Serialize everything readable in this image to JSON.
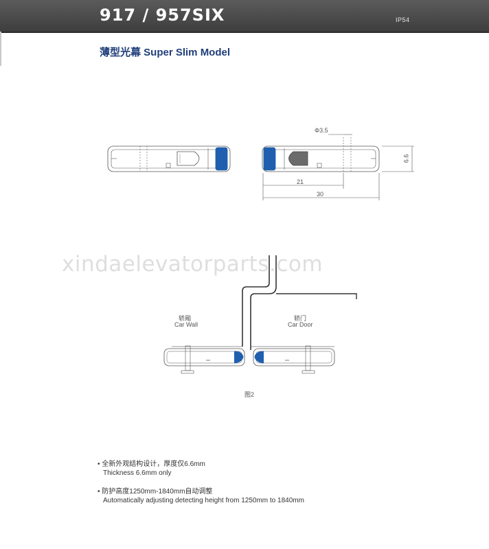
{
  "header": {
    "model": "917 / 957SIX",
    "rating": "IP54"
  },
  "section": {
    "title": "薄型光幕 Super Slim Model"
  },
  "dimensions": {
    "diameter": "Φ3.5",
    "thickness": "6.6",
    "depth_inner": "21",
    "depth_outer": "30"
  },
  "figure2": {
    "car_wall_cn": "轿厢",
    "car_wall_en": "Car Wall",
    "car_door_cn": "轿门",
    "car_door_en": "Car Door",
    "caption": "图2"
  },
  "watermark": "xindaelevatorparts.com",
  "notes": [
    {
      "cn": "• 全新外观结构设计，厚度仅6.6mm",
      "en": "Thickness 6.6mm only"
    },
    {
      "cn": "• 防护高度1250mm-1840mm自动调整",
      "en": "Automatically adjusting detecting height from 1250mm to 1840mm"
    }
  ],
  "colors": {
    "header_bg": "#4a4a4a",
    "accent_blue": "#1f5fae",
    "title_blue": "#1f3e7a",
    "lens_gray": "#6b6b6b"
  }
}
